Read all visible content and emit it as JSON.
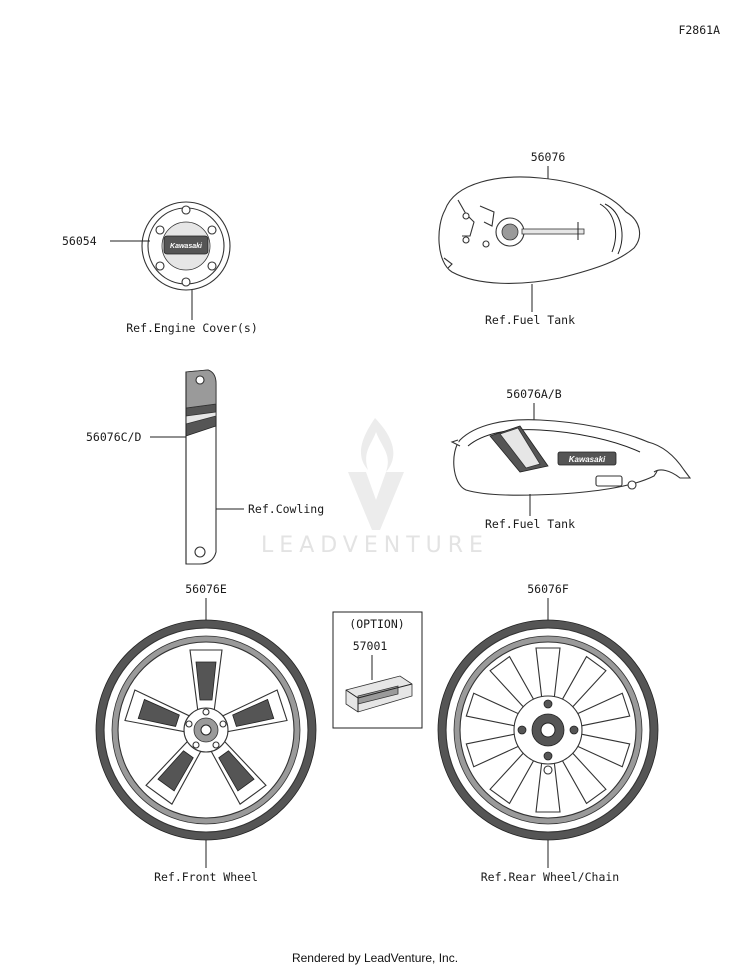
{
  "figure_code": "F2861A",
  "watermark": {
    "text": "LEADVENTURE",
    "logo_icon": "leadventure-flame-v-logo"
  },
  "parts": {
    "engine_cover": {
      "number": "56054",
      "ref": "Ref.Engine Cover(s)",
      "brand": "Kawasaki"
    },
    "fuel_tank_top": {
      "number": "56076",
      "ref": "Ref.Fuel Tank"
    },
    "cowling": {
      "number": "56076C/D",
      "ref": "Ref.Cowling"
    },
    "fuel_tank_side": {
      "number": "56076A/B",
      "ref": "Ref.Fuel Tank",
      "brand": "Kawasaki"
    },
    "front_wheel": {
      "number": "56076E",
      "ref": "Ref.Front Wheel"
    },
    "option": {
      "title": "(OPTION)",
      "number": "57001"
    },
    "rear_wheel": {
      "number": "56076F",
      "ref": "Ref.Rear Wheel/Chain"
    }
  },
  "footer": "Rendered by LeadVenture, Inc."
}
